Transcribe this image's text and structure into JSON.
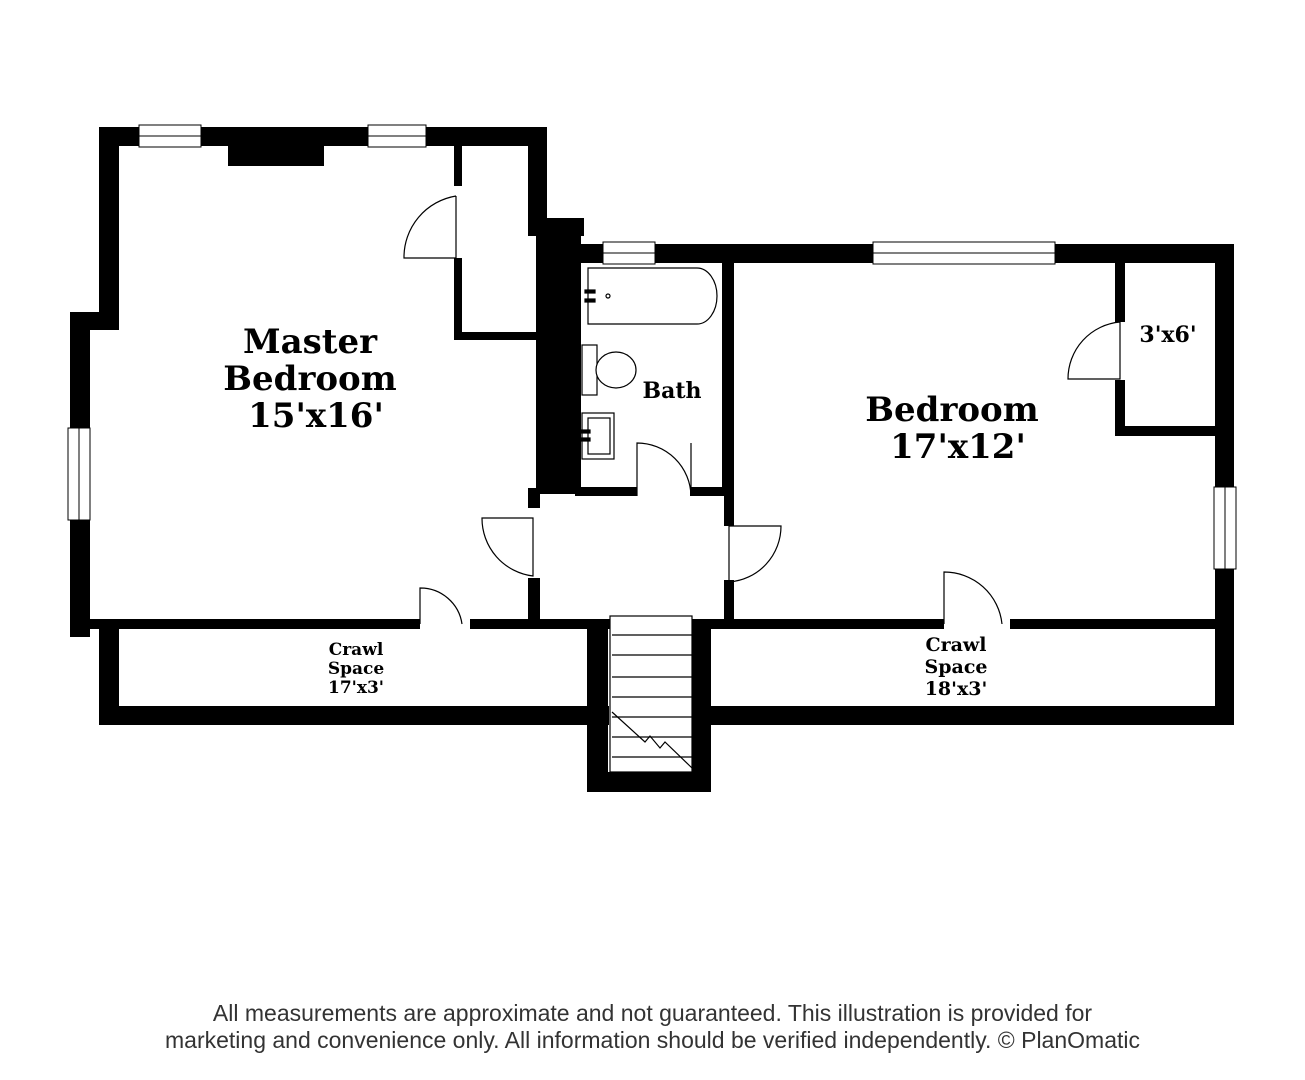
{
  "rooms": {
    "master": {
      "name_line1": "Master",
      "name_line2": "Bedroom",
      "size": "15'x16'"
    },
    "bedroom": {
      "name": "Bedroom",
      "size": "17'x12'"
    },
    "closet": {
      "size": "3'x6'"
    },
    "bath": {
      "name": "Bath"
    },
    "crawl_left": {
      "name_line1": "Crawl",
      "name_line2": "Space",
      "size": "17'x3'"
    },
    "crawl_right": {
      "name_line1": "Crawl",
      "name_line2": "Space",
      "size": "18'x3'"
    }
  },
  "disclaimer": {
    "line1": "All measurements are approximate and not guaranteed. This illustration is provided for",
    "line2": "marketing and convenience only. All information should be verified independently. © PlanOmatic"
  }
}
